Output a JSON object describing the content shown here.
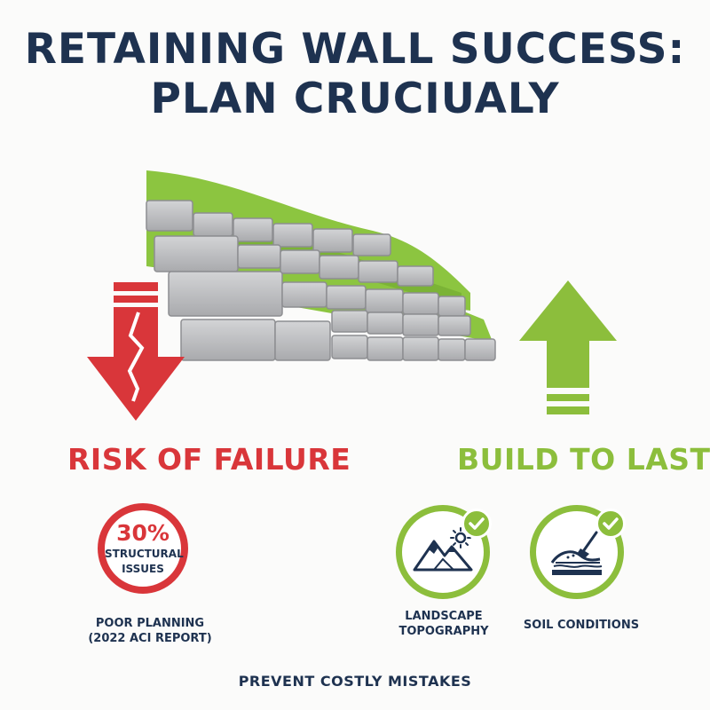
{
  "title": {
    "line1": "RETAINING WALL SUCCESS:",
    "line2": "PLAN CRUCIUALY"
  },
  "risk": {
    "heading": "RISK OF FAILURE",
    "stat_value": "30%",
    "stat_label_line1": "STRUCTURAL",
    "stat_label_line2": "ISSUES",
    "caption_line1": "POOR PLANNING",
    "caption_line2": "(2022 ACI REPORT)",
    "color": "#d9363a",
    "icon": "down-arrow-crack-icon"
  },
  "build": {
    "heading": "BUILD TO LAST",
    "color": "#8cbe3c",
    "icon": "up-arrow-icon",
    "features": [
      {
        "caption_line1": "LANDSCAPE",
        "caption_line2": "TOPOGRAPHY",
        "icon": "mountain-sun-icon"
      },
      {
        "caption_line1": "SOIL CONDITIONS",
        "caption_line2": "",
        "icon": "soil-shovel-icon"
      }
    ]
  },
  "footer": "PREVENT COSTLY MISTAKES",
  "colors": {
    "navy": "#1e3250",
    "red": "#d9363a",
    "green": "#8cbe3c",
    "stone": "#b9babc"
  }
}
